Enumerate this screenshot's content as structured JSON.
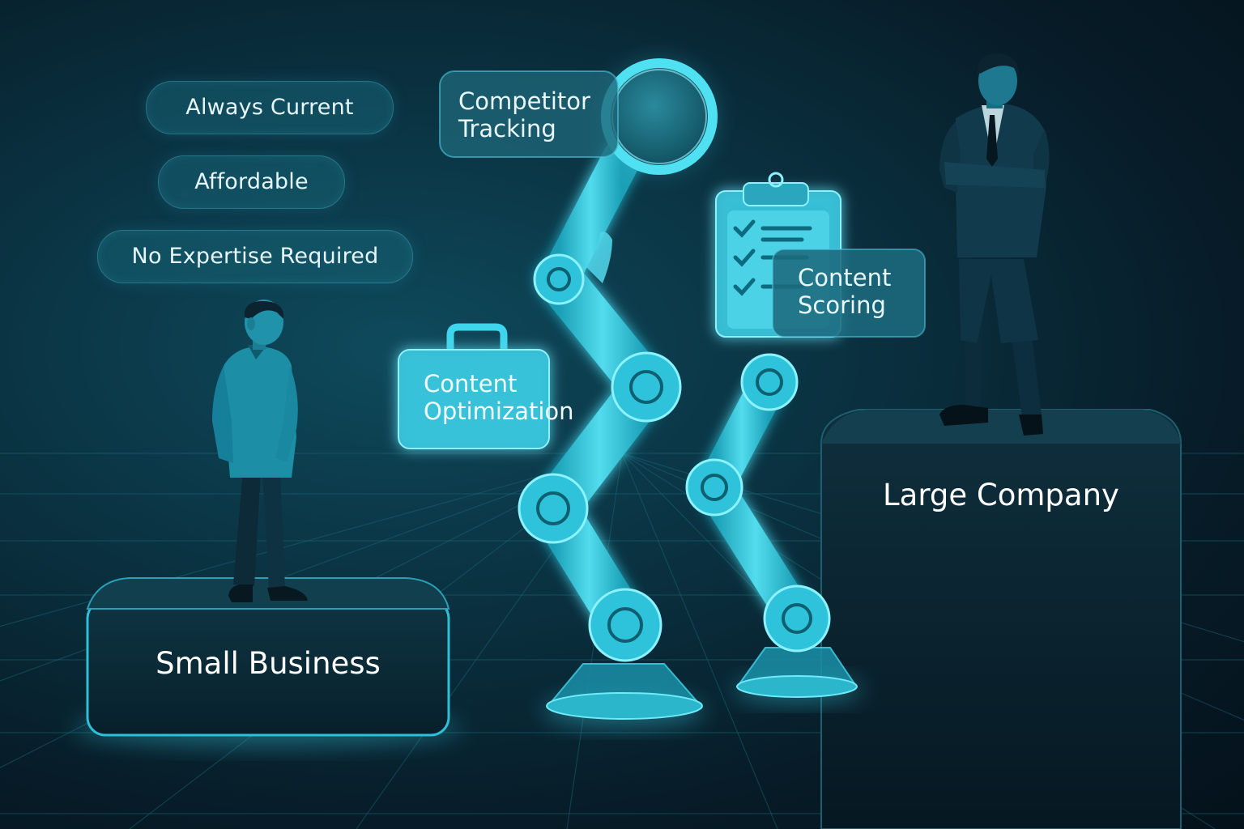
{
  "benefits": [
    {
      "label": "Always Current"
    },
    {
      "label": "Affordable"
    },
    {
      "label": "No Expertise Required"
    }
  ],
  "features": {
    "competitor_tracking": "Competitor Tracking",
    "content_optimization": "Content Optimization",
    "content_scoring": "Content Scoring"
  },
  "plinths": {
    "small_business": "Small Business",
    "large_company": "Large Company"
  },
  "colors": {
    "accent": "#3ed6ec",
    "background": "#071c28",
    "panel": "#166274"
  },
  "icons": {
    "magnifier": "magnifier-icon",
    "briefcase": "briefcase-icon",
    "clipboard": "clipboard-checklist-icon"
  }
}
